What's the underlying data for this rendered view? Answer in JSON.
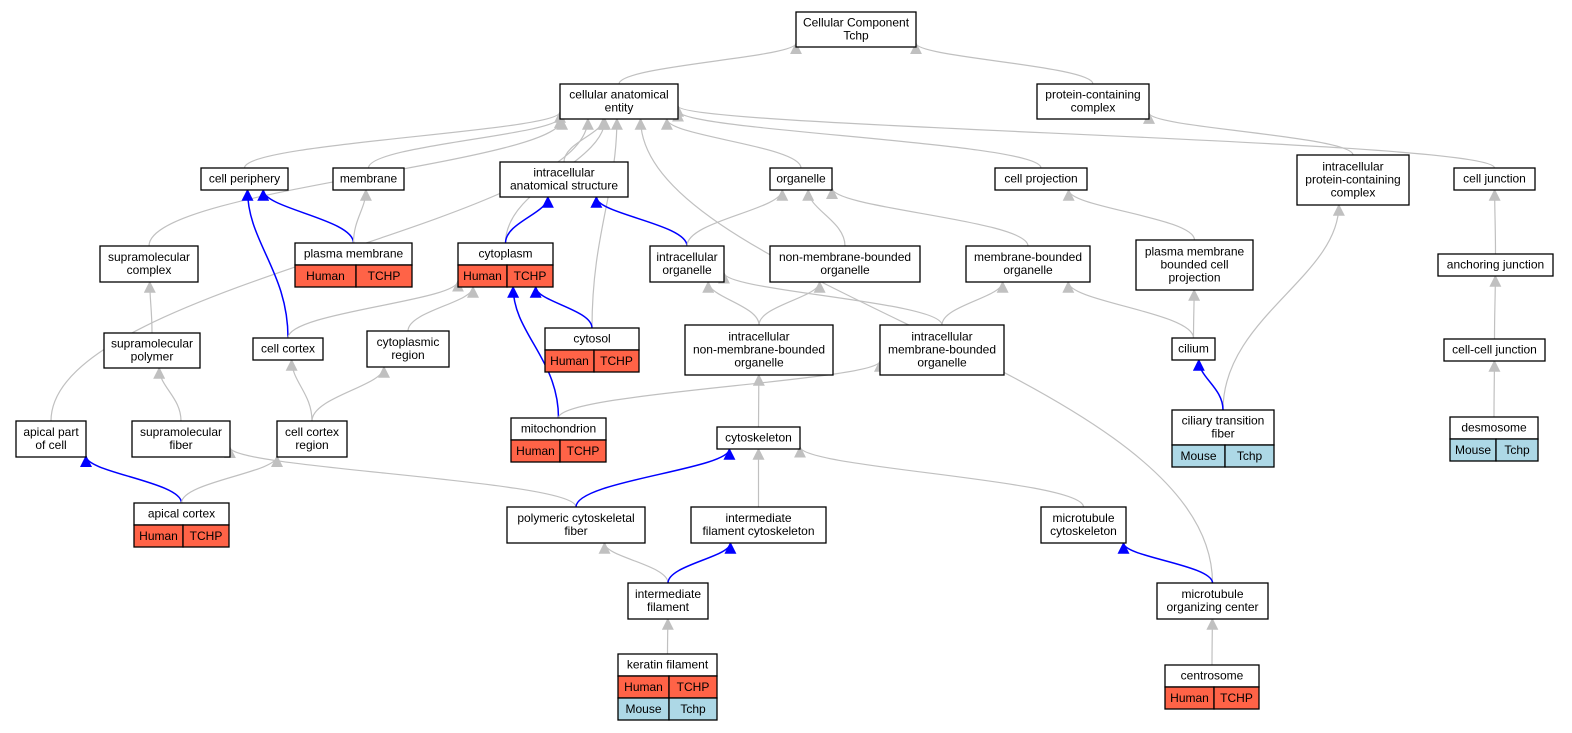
{
  "diagram_title": "",
  "colors": {
    "edge_default": "#c0c0c0",
    "edge_highlight": "#0000ff",
    "human": "#ff6347",
    "mouse": "#add8e6"
  },
  "nodes": [
    {
      "id": "cc",
      "lines": [
        "Cellular Component",
        "Tchp"
      ]
    },
    {
      "id": "cae",
      "lines": [
        "cellular anatomical",
        "entity"
      ]
    },
    {
      "id": "pcc",
      "lines": [
        "protein-containing",
        "complex"
      ]
    },
    {
      "id": "cp",
      "lines": [
        "cell periphery"
      ]
    },
    {
      "id": "mem",
      "lines": [
        "membrane"
      ]
    },
    {
      "id": "ias",
      "lines": [
        "intracellular",
        "anatomical structure"
      ]
    },
    {
      "id": "org",
      "lines": [
        "organelle"
      ]
    },
    {
      "id": "cproj",
      "lines": [
        "cell projection"
      ]
    },
    {
      "id": "ipcc",
      "lines": [
        "intracellular",
        "protein-containing",
        "complex"
      ]
    },
    {
      "id": "cj",
      "lines": [
        "cell junction"
      ]
    },
    {
      "id": "sc",
      "lines": [
        "supramolecular",
        "complex"
      ]
    },
    {
      "id": "pm",
      "lines": [
        "plasma membrane"
      ],
      "species": [
        [
          "Human",
          "TCHP"
        ]
      ]
    },
    {
      "id": "cyt",
      "lines": [
        "cytoplasm"
      ],
      "species": [
        [
          "Human",
          "TCHP"
        ]
      ]
    },
    {
      "id": "io",
      "lines": [
        "intracellular",
        "organelle"
      ]
    },
    {
      "id": "nmbo",
      "lines": [
        "non-membrane-bounded",
        "organelle"
      ]
    },
    {
      "id": "mbo",
      "lines": [
        "membrane-bounded",
        "organelle"
      ]
    },
    {
      "id": "pmbcp",
      "lines": [
        "plasma membrane",
        "bounded cell",
        "projection"
      ]
    },
    {
      "id": "aj",
      "lines": [
        "anchoring junction"
      ]
    },
    {
      "id": "sp",
      "lines": [
        "supramolecular",
        "polymer"
      ]
    },
    {
      "id": "ccx",
      "lines": [
        "cell cortex"
      ]
    },
    {
      "id": "cr",
      "lines": [
        "cytoplasmic",
        "region"
      ]
    },
    {
      "id": "cytosol",
      "lines": [
        "cytosol"
      ],
      "species": [
        [
          "Human",
          "TCHP"
        ]
      ]
    },
    {
      "id": "inmbo",
      "lines": [
        "intracellular",
        "non-membrane-bounded",
        "organelle"
      ]
    },
    {
      "id": "imbo",
      "lines": [
        "intracellular",
        "membrane-bounded",
        "organelle"
      ]
    },
    {
      "id": "cil",
      "lines": [
        "cilium"
      ]
    },
    {
      "id": "ccj",
      "lines": [
        "cell-cell junction"
      ]
    },
    {
      "id": "apc",
      "lines": [
        "apical part",
        "of cell"
      ]
    },
    {
      "id": "smf",
      "lines": [
        "supramolecular",
        "fiber"
      ]
    },
    {
      "id": "ccr",
      "lines": [
        "cell cortex",
        "region"
      ]
    },
    {
      "id": "mito",
      "lines": [
        "mitochondrion"
      ],
      "species": [
        [
          "Human",
          "TCHP"
        ]
      ]
    },
    {
      "id": "cytosk",
      "lines": [
        "cytoskeleton"
      ]
    },
    {
      "id": "ctf",
      "lines": [
        "ciliary transition",
        "fiber"
      ],
      "species": [
        [
          "Mouse",
          "Tchp"
        ]
      ]
    },
    {
      "id": "desm",
      "lines": [
        "desmosome"
      ],
      "species": [
        [
          "Mouse",
          "Tchp"
        ]
      ]
    },
    {
      "id": "acx",
      "lines": [
        "apical cortex"
      ],
      "species": [
        [
          "Human",
          "TCHP"
        ]
      ]
    },
    {
      "id": "pcf",
      "lines": [
        "polymeric cytoskeletal",
        "fiber"
      ]
    },
    {
      "id": "ifc",
      "lines": [
        "intermediate",
        "filament cytoskeleton"
      ]
    },
    {
      "id": "mtc",
      "lines": [
        "microtubule",
        "cytoskeleton"
      ]
    },
    {
      "id": "if",
      "lines": [
        "intermediate",
        "filament"
      ]
    },
    {
      "id": "mtoc",
      "lines": [
        "microtubule",
        "organizing center"
      ]
    },
    {
      "id": "kf",
      "lines": [
        "keratin filament"
      ],
      "species": [
        [
          "Human",
          "TCHP"
        ],
        [
          "Mouse",
          "Tchp"
        ]
      ]
    },
    {
      "id": "centro",
      "lines": [
        "centrosome"
      ],
      "species": [
        [
          "Human",
          "TCHP"
        ]
      ]
    }
  ],
  "edges": [
    {
      "from": "cae",
      "to": "cc",
      "hl": false
    },
    {
      "from": "pcc",
      "to": "cc",
      "hl": false
    },
    {
      "from": "cp",
      "to": "cae",
      "hl": false
    },
    {
      "from": "mem",
      "to": "cae",
      "hl": false
    },
    {
      "from": "ias",
      "to": "cae",
      "hl": false
    },
    {
      "from": "org",
      "to": "cae",
      "hl": false
    },
    {
      "from": "cproj",
      "to": "cae",
      "hl": false
    },
    {
      "from": "cj",
      "to": "cae",
      "hl": false
    },
    {
      "from": "sc",
      "to": "cae",
      "hl": false
    },
    {
      "from": "apc",
      "to": "cae",
      "hl": false
    },
    {
      "from": "cyt",
      "to": "cae",
      "hl": false
    },
    {
      "from": "cytosol",
      "to": "cae",
      "hl": false
    },
    {
      "from": "mtoc",
      "to": "cae",
      "hl": false
    },
    {
      "from": "ipcc",
      "to": "pcc",
      "hl": false
    },
    {
      "from": "pm",
      "to": "cp",
      "hl": true
    },
    {
      "from": "ccx",
      "to": "cp",
      "hl": true
    },
    {
      "from": "pm",
      "to": "mem",
      "hl": false
    },
    {
      "from": "cyt",
      "to": "ias",
      "hl": true
    },
    {
      "from": "io",
      "to": "ias",
      "hl": true
    },
    {
      "from": "io",
      "to": "org",
      "hl": false
    },
    {
      "from": "nmbo",
      "to": "org",
      "hl": false
    },
    {
      "from": "mbo",
      "to": "org",
      "hl": false
    },
    {
      "from": "pmbcp",
      "to": "cproj",
      "hl": false
    },
    {
      "from": "ctf",
      "to": "ipcc",
      "hl": false
    },
    {
      "from": "aj",
      "to": "cj",
      "hl": false
    },
    {
      "from": "sp",
      "to": "sc",
      "hl": false
    },
    {
      "from": "ccx",
      "to": "cyt",
      "hl": false
    },
    {
      "from": "cr",
      "to": "cyt",
      "hl": false
    },
    {
      "from": "cytosol",
      "to": "cyt",
      "hl": true
    },
    {
      "from": "mito",
      "to": "cyt",
      "hl": true
    },
    {
      "from": "inmbo",
      "to": "io",
      "hl": false
    },
    {
      "from": "imbo",
      "to": "io",
      "hl": false
    },
    {
      "from": "inmbo",
      "to": "nmbo",
      "hl": false
    },
    {
      "from": "imbo",
      "to": "mbo",
      "hl": false
    },
    {
      "from": "cil",
      "to": "mbo",
      "hl": false
    },
    {
      "from": "cil",
      "to": "pmbcp",
      "hl": false
    },
    {
      "from": "ccj",
      "to": "aj",
      "hl": false
    },
    {
      "from": "smf",
      "to": "sp",
      "hl": false
    },
    {
      "from": "ccr",
      "to": "ccx",
      "hl": false
    },
    {
      "from": "ccr",
      "to": "cr",
      "hl": false
    },
    {
      "from": "cytosk",
      "to": "inmbo",
      "hl": false
    },
    {
      "from": "mito",
      "to": "imbo",
      "hl": false
    },
    {
      "from": "ctf",
      "to": "cil",
      "hl": true
    },
    {
      "from": "desm",
      "to": "ccj",
      "hl": false
    },
    {
      "from": "acx",
      "to": "apc",
      "hl": true
    },
    {
      "from": "pcf",
      "to": "smf",
      "hl": false
    },
    {
      "from": "acx",
      "to": "ccr",
      "hl": false
    },
    {
      "from": "pcf",
      "to": "cytosk",
      "hl": true
    },
    {
      "from": "ifc",
      "to": "cytosk",
      "hl": false
    },
    {
      "from": "mtc",
      "to": "cytosk",
      "hl": false
    },
    {
      "from": "if",
      "to": "pcf",
      "hl": false
    },
    {
      "from": "if",
      "to": "ifc",
      "hl": true
    },
    {
      "from": "mtoc",
      "to": "mtc",
      "hl": true
    },
    {
      "from": "kf",
      "to": "if",
      "hl": false
    },
    {
      "from": "centro",
      "to": "mtoc",
      "hl": false
    }
  ]
}
